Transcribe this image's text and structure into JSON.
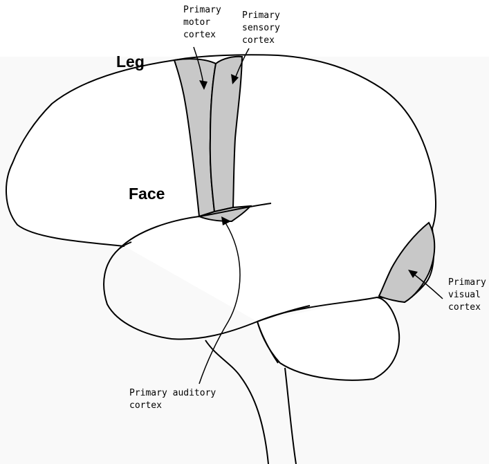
{
  "labels": {
    "leg": "Leg",
    "face": "Face",
    "motor_cortex": "Primary\nmotor\ncortex",
    "sensory_cortex": "Primary\nsensory\ncortex",
    "auditory_cortex": "Primary auditory\ncortex",
    "visual_cortex": "Primary\nvisual\ncortex"
  },
  "colors": {
    "outline": "#000000",
    "cortex_fill": "#c8c8c8",
    "background_panel": "#f9f9f9"
  }
}
